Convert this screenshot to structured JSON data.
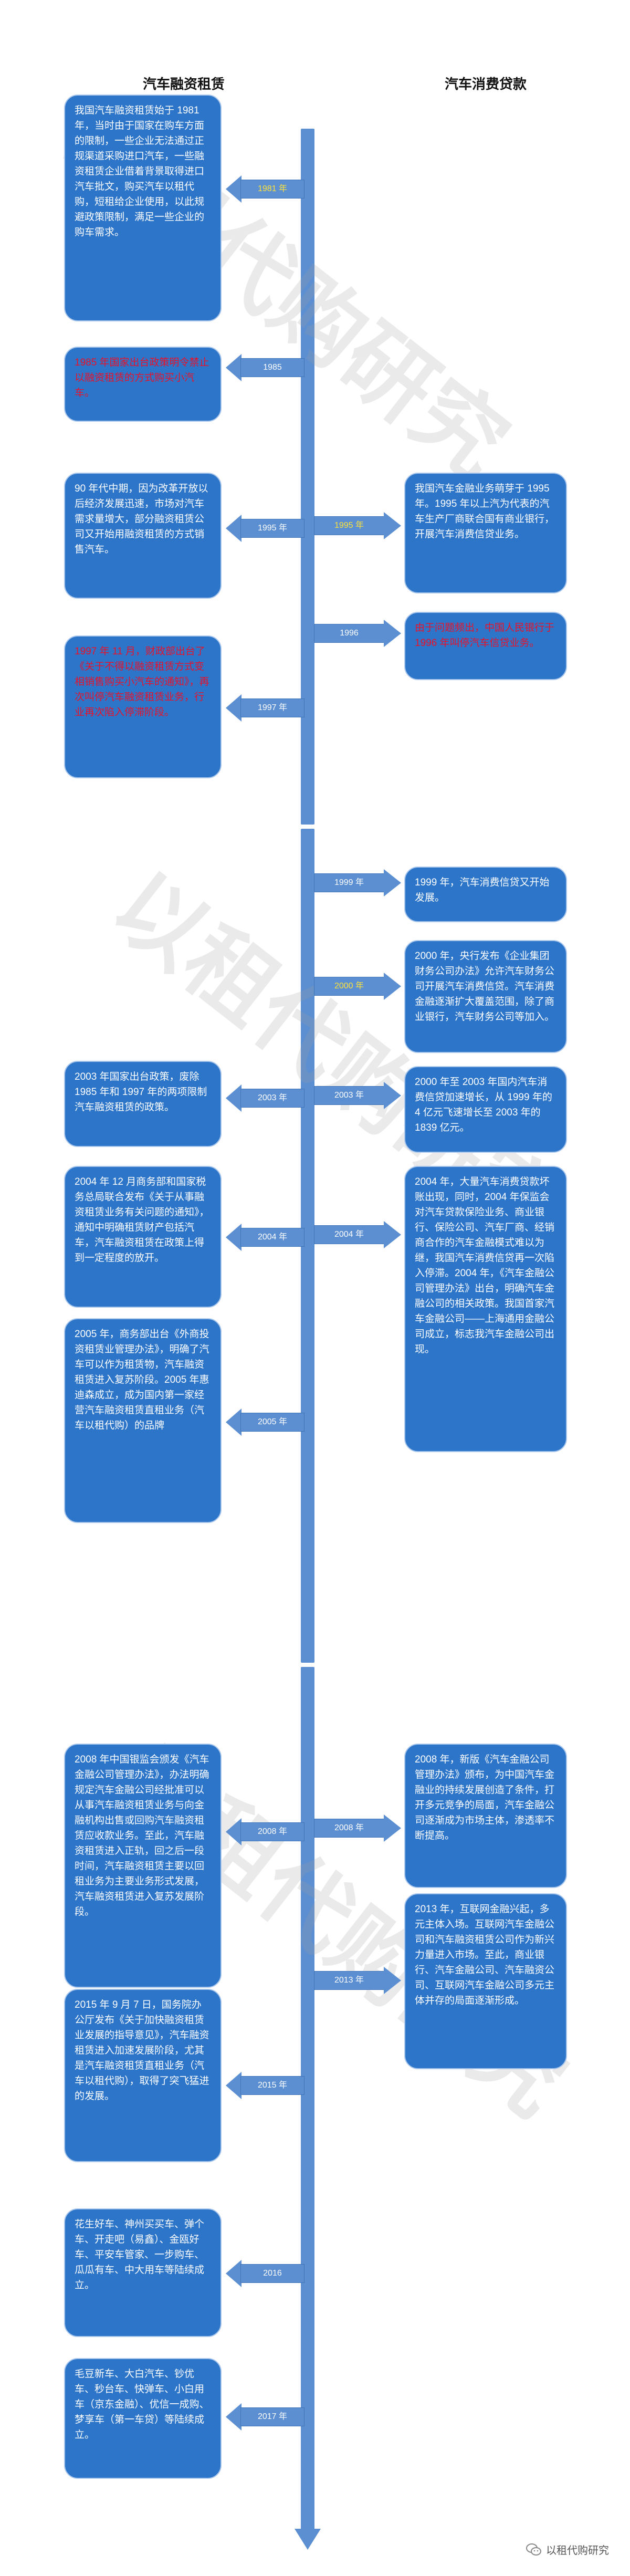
{
  "headers": {
    "left": "汽车融资租赁",
    "right": "汽车消费贷款"
  },
  "years": {
    "y1981": "1981 年",
    "y1985": "1985",
    "y1995": "1995 年",
    "y1996": "1996",
    "y1997": "1997 年",
    "y1999": "1999 年",
    "y2000": "2000 年",
    "y2003": "2003 年",
    "y2004": "2004 年",
    "y2005": "2005 年",
    "y2008": "2008 年",
    "y2013": "2013 年",
    "y2015": "2015 年",
    "y2016": "2016",
    "y2017": "2017 年"
  },
  "left": {
    "e1981": "我国汽车融资租赁始于 1981 年，当时由于国家在购车方面的限制，一些企业无法通过正规渠道采购进口汽车，一些融资租赁企业借着背景取得进口汽车批文，购买汽车以租代购，短租给企业使用，以此规避政策限制，满足一些企业的购车需求。",
    "e1985": "1985 年国家出台政策明令禁止以融资租赁的方式购买小汽车。",
    "e1995": "90 年代中期，因为改革开放以后经济发展迅速，市场对汽车需求量增大，部分融资租赁公司又开始用融资租赁的方式销售汽车。",
    "e1997": "1997 年 11 月，财政部出台了《关于不得以融资租赁方式变相销售购买小汽车的通知》，再次叫停汽车融资租赁业务，行业再次陷入停滞阶段。",
    "e2003": "2003 年国家出台政策，废除 1985 年和 1997 年的两项限制汽车融资租赁的政策。",
    "e2004": "2004 年 12 月商务部和国家税务总局联合发布《关于从事融资租赁业务有关问题的通知》，通知中明确租赁财产包括汽车，汽车融资租赁在政策上得到一定程度的放开。",
    "e2005": "2005 年，商务部出台《外商投资租赁业管理办法》，明确了汽车可以作为租赁物，汽车融资租赁进入复苏阶段。2005 年惠迪森成立，成为国内第一家经营汽车融资租赁直租业务（汽车以租代购）的品牌",
    "e2008": "2008 年中国银监会颁发《汽车金融公司管理办法》，办法明确规定汽车金融公司经批准可以从事汽车融资租赁业务与向金融机构出售或回购汽车融资租赁应收款业务。至此，汽车融资租赁进入正轨，回之后一段时间，汽车融资租赁主要以回租业务为主要业务形式发展，汽车融资租赁进入复苏发展阶段。",
    "e2015": "2015 年 9 月 7 日，国务院办公厅发布《关于加快融资租赁业发展的指导意见》，汽车融资租赁进入加速发展阶段，尤其是汽车融资租赁直租业务（汽车以租代购），取得了突飞猛进的发展。",
    "e2016": "花生好车、神州买买车、弹个车、开走吧（易鑫）、金瓯好车、平安车管家、一步购车、瓜瓜有车、中大用车等陆续成立。",
    "e2017": "毛豆新车、大白汽车、钞优车、秒台车、快弹车、小白用车（京东金融）、优信一成购、梦享车（第一车贷）等陆续成立。"
  },
  "right": {
    "e1995": "我国汽车金融业务萌芽于 1995 年。1995 年以上汽为代表的汽车生产厂商联合国有商业银行，开展汽车消费信贷业务。",
    "e1996": "由于问题频出，中国人民银行于 1996 年叫停汽车信贷业务。",
    "e1999": "1999 年，汽车消费信贷又开始发展。",
    "e2000": "2000 年，央行发布《企业集团财务公司办法》允许汽车财务公司开展汽车消费信贷。汽车消费金融逐渐扩大覆盖范围，除了商业银行，汽车财务公司等加入。",
    "e2003": "2000 年至 2003 年国内汽车消费信贷加速增长，从 1999 年的 4 亿元飞速增长至 2003 年的 1839 亿元。",
    "e2004": "2004 年，大量汽车消费贷款坏账出现，同时，2004 年保监会对汽车贷款保险业务、商业银行、保险公司、汽车厂商、经销商合作的汽车金融模式难以为继，我国汽车消费信贷再一次陷入停滞。2004 年，《汽车金融公司管理办法》出台，明确汽车金融公司的相关政策。我国首家汽车金融公司——上海通用金融公司成立，标志我汽车金融公司出现。",
    "e2008": "2008 年，新版《汽车金融公司管理办法》颁布，为中国汽车金融业的持续发展创造了条件，打开多元竞争的局面，汽车金融公司逐渐成为市场主体，渗透率不断提高。",
    "e2013": "2013 年，互联网金融兴起，多元主体入场。互联网汽车金融公司和汽车融资租赁公司作为新兴力量进入市场。至此，商业银行、汽车金融公司、汽车融资公司、互联网汽车金融公司多元主体并存的局面逐渐形成。"
  },
  "watermark": "以租代购研究",
  "footer": {
    "brand": "以租代购研究"
  },
  "colors": {
    "box": "#2d75c9",
    "axis": "#5b8fd1",
    "red_text": "#e8122a",
    "year_highlight": "#ffe23a"
  }
}
